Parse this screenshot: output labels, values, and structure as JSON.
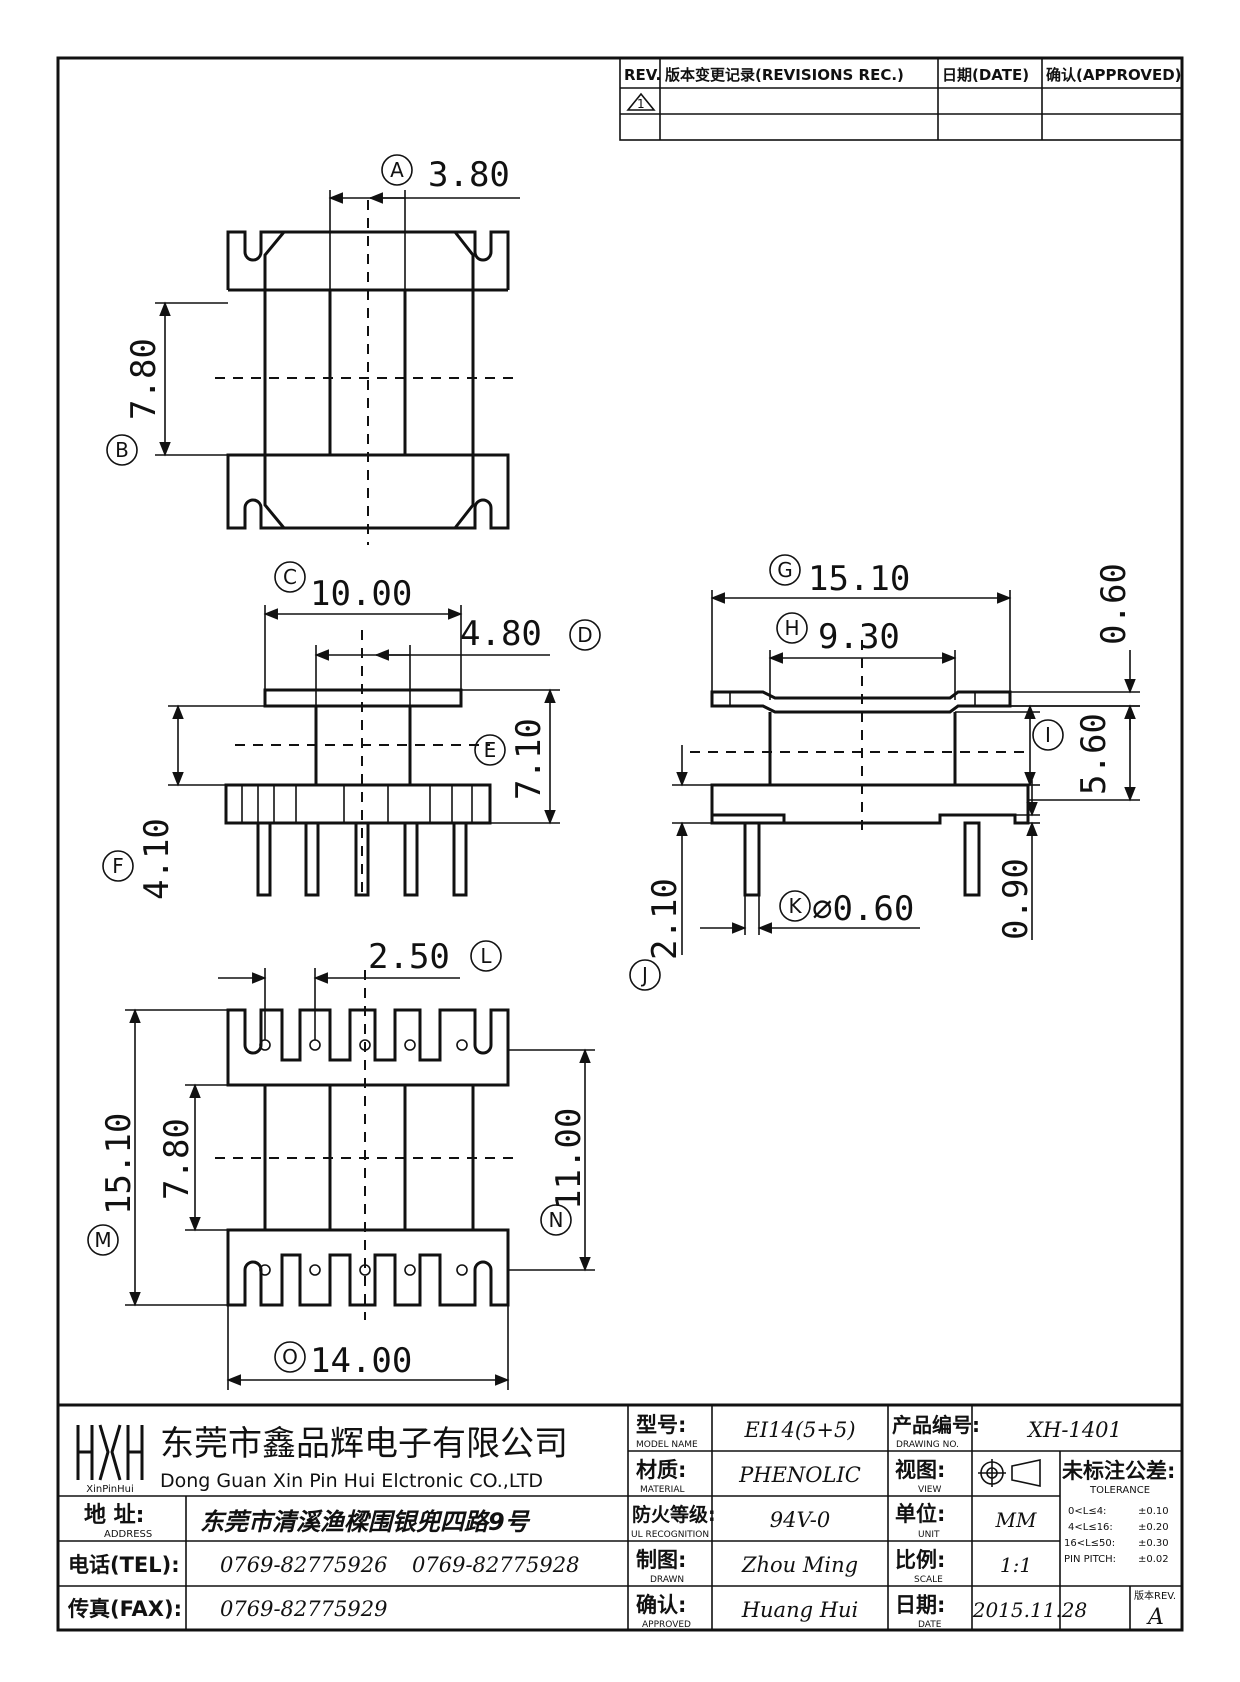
{
  "revisions": {
    "rev": "REV.",
    "rec": "版本变更记录(REVISIONS REC.)",
    "date": "日期(DATE)",
    "approved": "确认(APPROVED)",
    "mark": "1"
  },
  "dims": {
    "A": {
      "letter": "A",
      "value": "3.80"
    },
    "B": {
      "letter": "B",
      "value": "7.80"
    },
    "C": {
      "letter": "C",
      "value": "10.00"
    },
    "D": {
      "letter": "D",
      "value": "4.80"
    },
    "E": {
      "letter": "E",
      "value": "7.10"
    },
    "F": {
      "letter": "F",
      "value": "4.10"
    },
    "G": {
      "letter": "G",
      "value": "15.10"
    },
    "H": {
      "letter": "H",
      "value": "9.30"
    },
    "I": {
      "letter": "I",
      "value": "5.60"
    },
    "J": {
      "letter": "J",
      "value": "2.10"
    },
    "K": {
      "letter": "K",
      "value": "⌀0.60"
    },
    "L": {
      "letter": "L",
      "value": "2.50"
    },
    "M": {
      "letter": "M",
      "value": "15.10"
    },
    "N": {
      "letter": "N",
      "value": "11.00"
    },
    "O": {
      "letter": "O",
      "value": "14.00"
    },
    "extra_060": "0.60",
    "extra_090": "0.90",
    "extra_780": "7.80"
  },
  "titleblock": {
    "logo_text": "XinPinHui",
    "company_cn": "东莞市鑫品辉电子有限公司",
    "company_en": "Dong Guan Xin Pin Hui Elctronic CO.,LTD",
    "address_label": "地 址:",
    "address_label_en": "ADDRESS",
    "address": "东莞市清溪渔樑围银兜四路9号",
    "tel_label": "电话(TEL):",
    "tel1": "0769-82775926",
    "tel2": "0769-82775928",
    "fax_label": "传真(FAX):",
    "fax": "0769-82775929",
    "model_label": "型号:",
    "model_label_en": "MODEL NAME",
    "model": "EI14(5+5)",
    "material_label": "材质:",
    "material_label_en": "MATERIAL",
    "material": "PHENOLIC",
    "fire_label": "防火等级:",
    "fire_label_en": "UL RECOGNITION",
    "fire": "94V-0",
    "drawn_label": "制图:",
    "drawn_label_en": "DRAWN",
    "drawn": "Zhou Ming",
    "approved_label": "确认:",
    "approved_label_en": "APPROVED",
    "approved": "Huang Hui",
    "drawing_no_label": "产品编号:",
    "drawing_no_label_en": "DRAWING NO.",
    "drawing_no": "XH-1401",
    "view_label": "视图:",
    "view_label_en": "VIEW",
    "unit_label": "单位:",
    "unit_label_en": "UNIT",
    "unit": "MM",
    "scale_label": "比例:",
    "scale_label_en": "SCALE",
    "scale": "1:1",
    "date_label": "日期:",
    "date_label_en": "DATE",
    "date": "2015.11.28",
    "tol_label": "未标注公差:",
    "tol_label_en": "TOLERANCE",
    "tol_rows": [
      {
        "range": "0<L≤4:",
        "val": "±0.10"
      },
      {
        "range": "4<L≤16:",
        "val": "±0.20"
      },
      {
        "range": "16<L≤50:",
        "val": "±0.30"
      },
      {
        "range": "PIN PITCH:",
        "val": "±0.02"
      }
    ],
    "rev_label": "版本REV.",
    "rev": "A"
  }
}
